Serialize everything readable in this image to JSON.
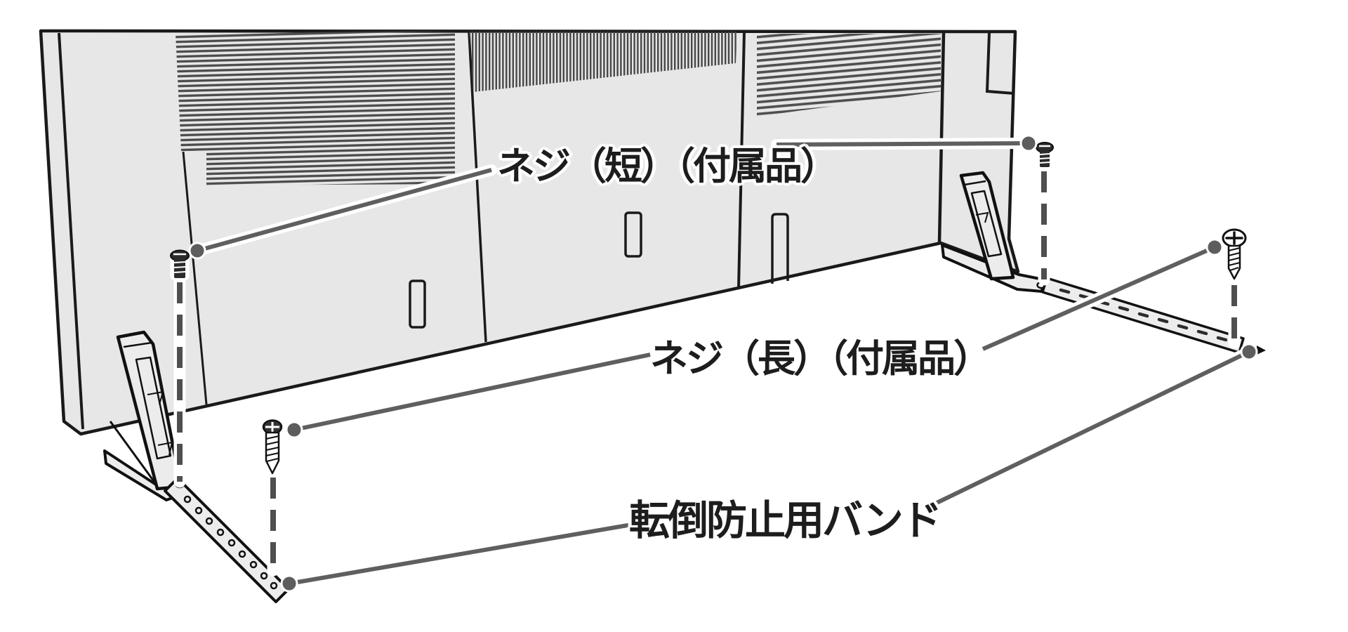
{
  "figure": {
    "title": "anti-tip band installation diagram",
    "background_color": "#ffffff",
    "panel_color": "#e7e7e7",
    "outline_color": "#1a1a1a",
    "stripe_color": "#4b4b4b",
    "leader_color": "#5f5f5f",
    "dash_color": "#4f4f4f",
    "band_fill_color": "#ececec",
    "labels": {
      "screw_short": "ネジ（短）（付属品）",
      "screw_long": "ネジ（長）（付属品）",
      "band": "転倒防止用バンド"
    }
  }
}
